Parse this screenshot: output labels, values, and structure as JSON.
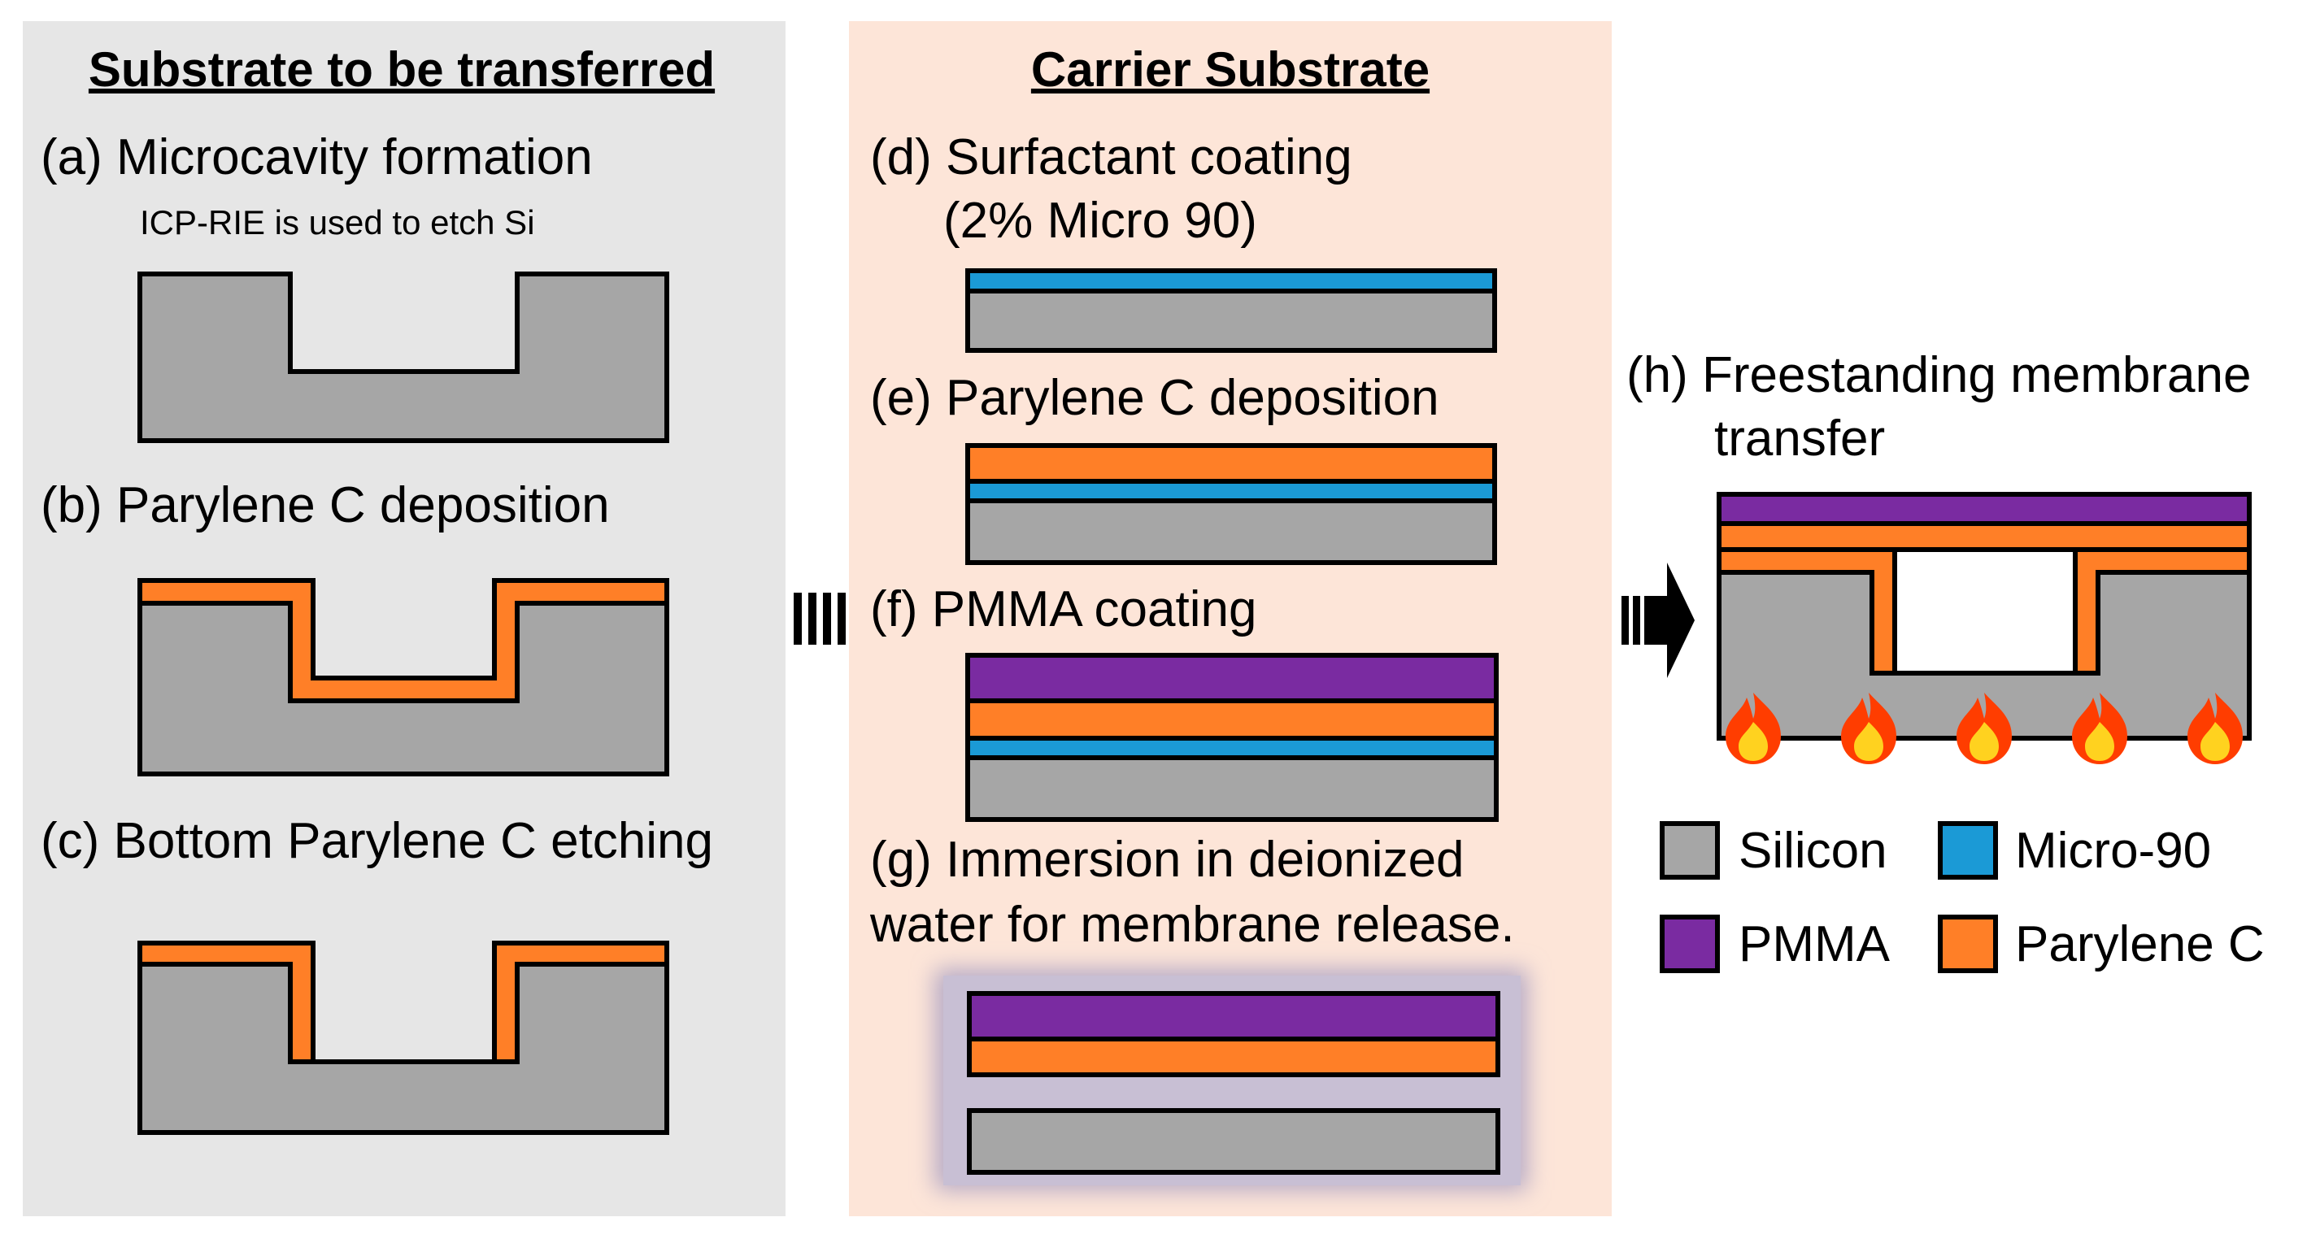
{
  "colors": {
    "silicon": "#a6a6a6",
    "micro90": "#1b9ad6",
    "pmma": "#7a2ba1",
    "parylene": "#ff7f27",
    "left_panel_bg": "#e6e6e6",
    "middle_panel_bg": "#fde5d8",
    "outline": "#000000",
    "water_glow": "#b4a9c6"
  },
  "left_panel": {
    "title": "Substrate to be transferred",
    "steps": [
      {
        "label": "(a) Microcavity formation",
        "note": "ICP-RIE is used to etch Si"
      },
      {
        "label": "(b) Parylene C deposition"
      },
      {
        "label": "(c) Bottom Parylene C etching"
      }
    ]
  },
  "middle_panel": {
    "title": "Carrier Substrate",
    "steps": [
      {
        "label": "(d) Surfactant coating",
        "label_line2": "(2% Micro 90)"
      },
      {
        "label": "(e) Parylene C deposition"
      },
      {
        "label": "(f) PMMA coating"
      },
      {
        "label": "(g)  Immersion in deionized",
        "label_line2": "water for membrane release."
      }
    ]
  },
  "right_panel": {
    "step_label": "(h) Freestanding membrane",
    "step_label_line2": "transfer",
    "flame_count": 5
  },
  "legend": [
    {
      "name": "Silicon",
      "color": "#a6a6a6"
    },
    {
      "name": "Micro-90",
      "color": "#1b9ad6"
    },
    {
      "name": "PMMA",
      "color": "#7a2ba1"
    },
    {
      "name": "Parylene C",
      "color": "#ff7f27"
    }
  ],
  "icons": {
    "combine_symbol": "triple-bar-icon",
    "process_arrow": "right-arrow-icon",
    "heat": "flame-icon"
  }
}
